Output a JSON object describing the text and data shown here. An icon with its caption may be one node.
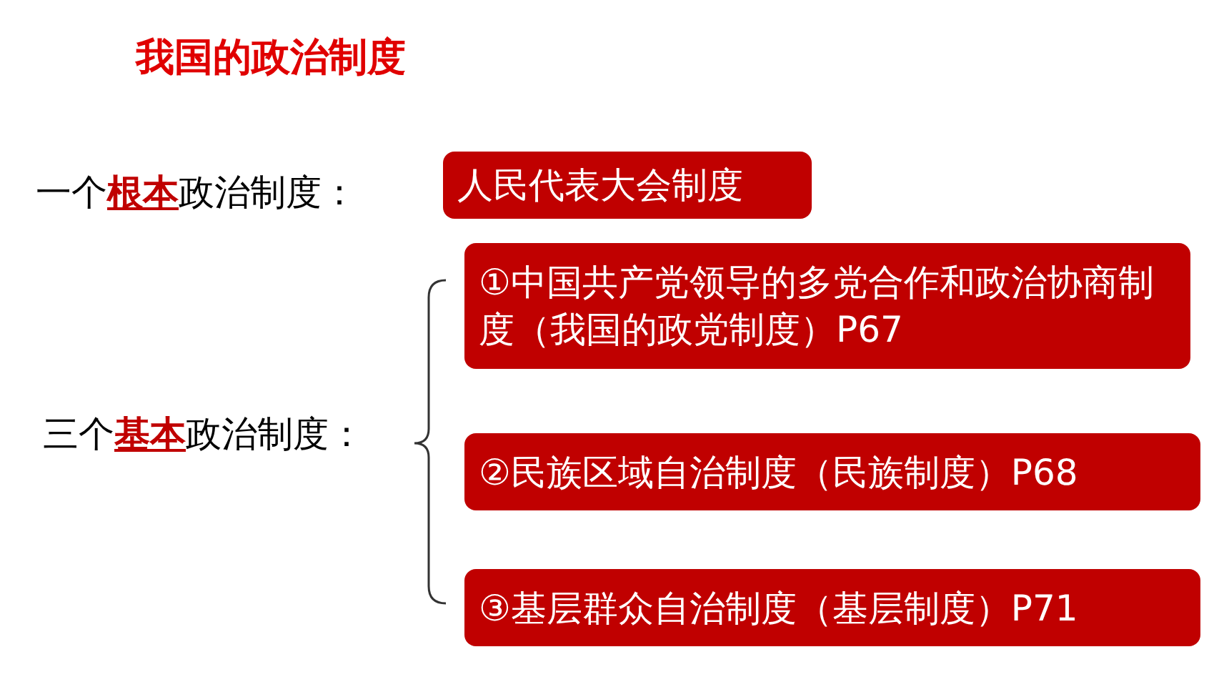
{
  "diagram": {
    "title": "我国的政治制度",
    "nodes": [
      {
        "text": [
          "人民代表大会制度"
        ]
      },
      {
        "text": [
          "①中国共产党领导的多党合作和政治协商制度（我国的政党制度）P67"
        ]
      },
      {
        "text": [
          "②民族区域自治制度（民族制度）P68"
        ]
      },
      {
        "text": [
          "③基层群众自治制度（基层制度）P71"
        ]
      }
    ],
    "labels": [
      "一个**根本**政治制度：",
      "三个**基本**政治制度："
    ]
  }
}
